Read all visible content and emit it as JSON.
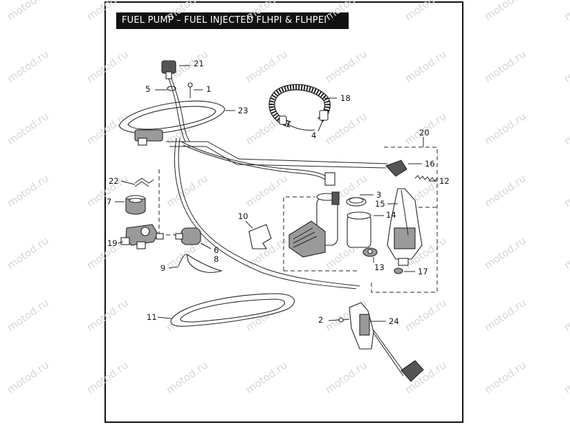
{
  "title": "FUEL PUMP – FUEL INJECTED FLHPI & FLHPEI",
  "watermark": "motod.ru",
  "callouts": {
    "c1": "1",
    "c2": "2",
    "c3": "3",
    "c4": "4",
    "c5": "5",
    "c6": "6",
    "c7": "7",
    "c8": "8",
    "c9": "9",
    "c10": "10",
    "c11": "11",
    "c12": "12",
    "c13": "13",
    "c14": "14",
    "c15": "15",
    "c16": "16",
    "c17": "17",
    "c18": "18",
    "c19": "19",
    "c20": "20",
    "c21": "21",
    "c22": "22",
    "c23": "23",
    "c24": "24"
  },
  "colors": {
    "frame": "#111111",
    "title_bg": "#111111",
    "title_text": "#ffffff",
    "watermark": "#d6d6d6"
  }
}
